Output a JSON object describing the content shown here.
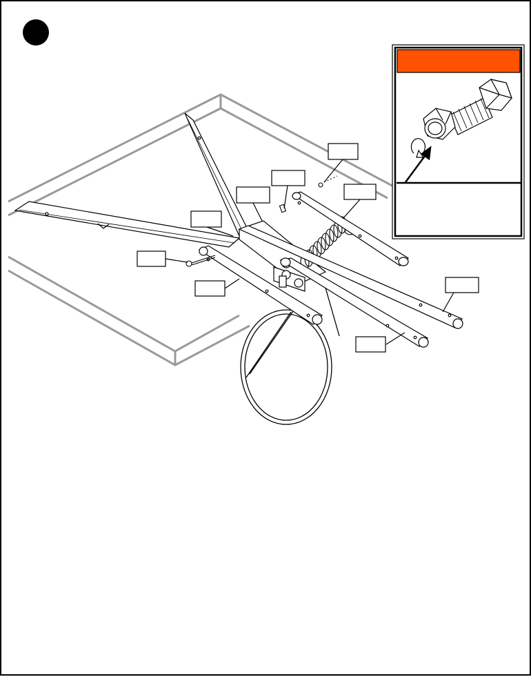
{
  "step": {
    "number": "",
    "icon": "step-number-circle"
  },
  "callouts": [
    {
      "name": "callout-pin-top",
      "text": ""
    },
    {
      "name": "callout-pin-mid",
      "text": ""
    },
    {
      "name": "callout-bracket",
      "text": ""
    },
    {
      "name": "callout-rear-tube",
      "text": ""
    },
    {
      "name": "callout-hinge",
      "text": ""
    },
    {
      "name": "callout-bolt",
      "text": ""
    },
    {
      "name": "callout-front-tube",
      "text": ""
    },
    {
      "name": "callout-right-tube",
      "text": ""
    },
    {
      "name": "callout-middle-tube",
      "text": ""
    }
  ],
  "inset": {
    "header_text": "",
    "footer_text": "",
    "header_color": "#ff5200",
    "icons": [
      "bolt-icon",
      "nut-icon",
      "rotate-arrow-icon"
    ]
  },
  "colors": {
    "frame_gray": "#999999",
    "line": "#000000"
  }
}
